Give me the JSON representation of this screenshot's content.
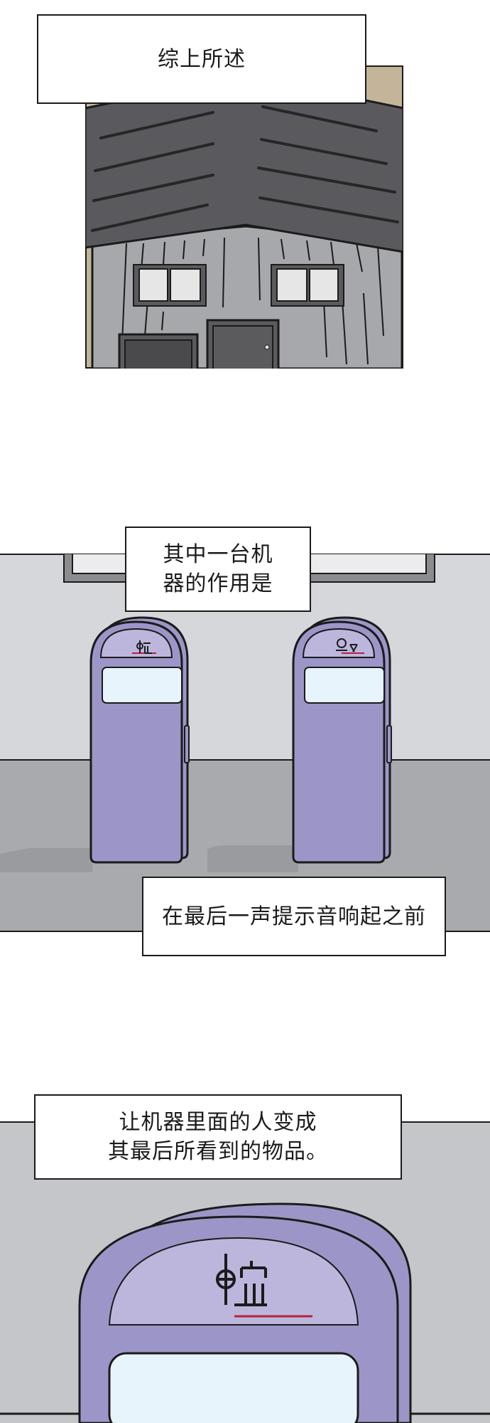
{
  "captions": {
    "caption_1": "综上所述",
    "caption_2": "其中一台机\n器的作用是",
    "caption_3": "在最后一声提示音响起之前",
    "caption_4": "让机器里面的人变成\n其最后所看到的物品。"
  },
  "colors": {
    "outline": "#1b1b1b",
    "roof": "#5a5a5e",
    "roof_lines": "#262626",
    "house_wall": "#a7a8ac",
    "window_glass": "#e6e6e6",
    "door": "#5b5b5e",
    "background_tan": "#c4b59a",
    "room_wall": "#d6d7da",
    "room_floor": "#a9aaad",
    "machine_body": "#9c96c8",
    "machine_dome_inner": "#bdb6dc",
    "machine_window": "#e8f4fc",
    "accent_red": "#b3243a",
    "backdrop_gray": "#c5c6c9"
  },
  "icons": [
    "house-roof",
    "window-icon",
    "door-icon",
    "machine-icon",
    "machine-symbol-icon"
  ]
}
